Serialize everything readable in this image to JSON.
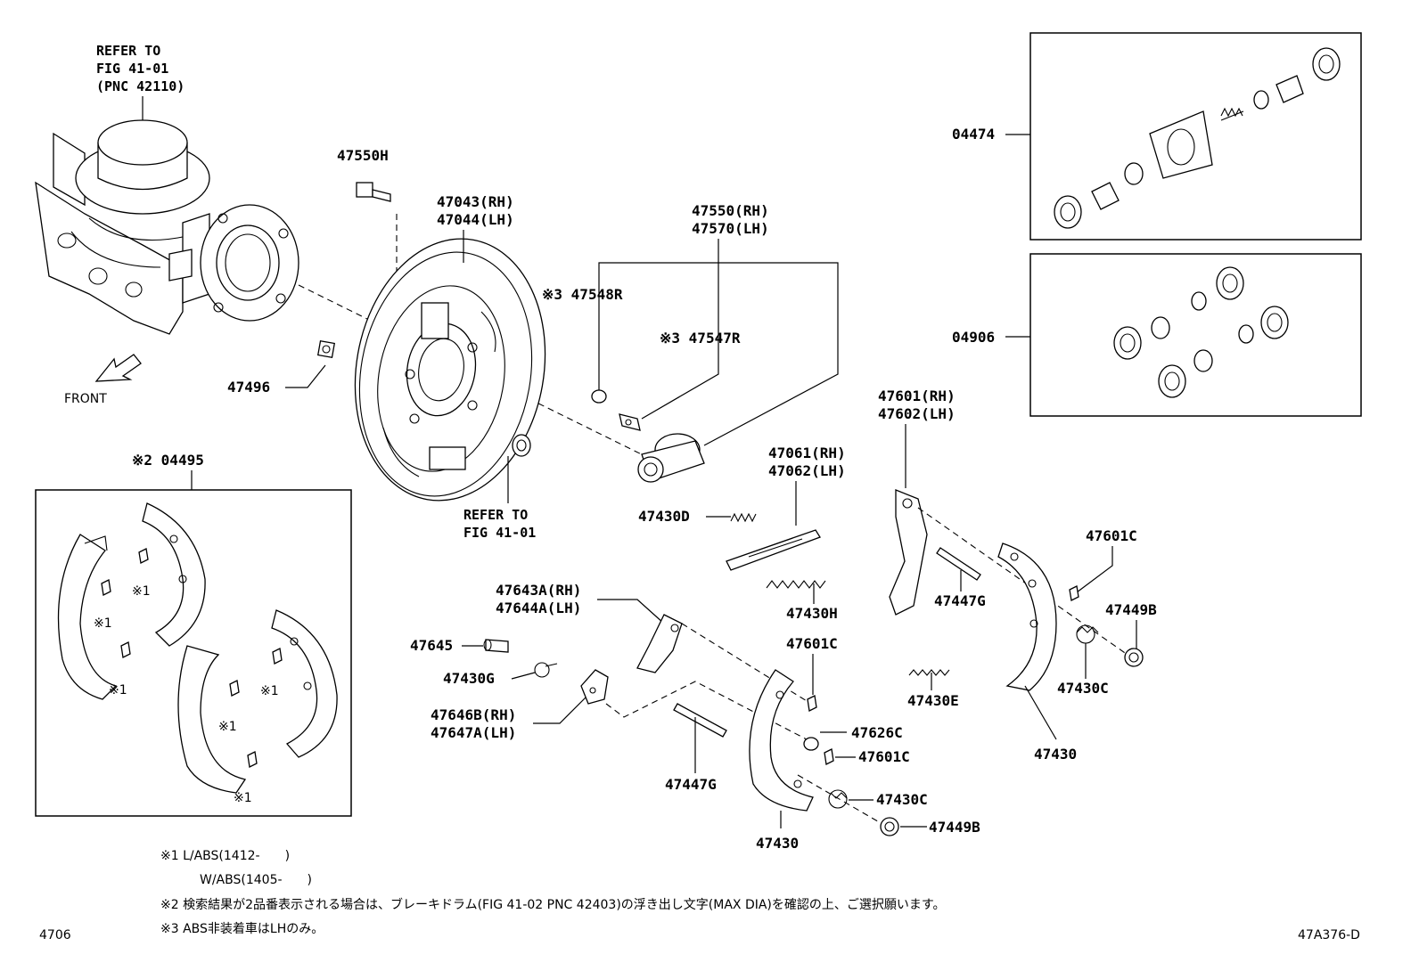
{
  "refer_axle": [
    "REFER TO",
    "FIG 41-01",
    "(PNC 42110)"
  ],
  "refer_bearing": [
    "REFER TO",
    "FIG 41-01"
  ],
  "front_label": "FRONT",
  "labels": {
    "p47550H": "47550H",
    "p47043": "47043(RH)",
    "p47044": "47044(LH)",
    "p47550": "47550(RH)",
    "p47570": "47570(LH)",
    "p47548R": "※3 47548R",
    "p47547R": "※3 47547R",
    "p47496": "47496",
    "p04474": "04474",
    "p04906": "04906",
    "p04495": "※2 04495",
    "p47601": "47601(RH)",
    "p47602": "47602(LH)",
    "p47061": "47061(RH)",
    "p47062": "47062(LH)",
    "p47430D": "47430D",
    "p47601C_a": "47601C",
    "p47447G_a": "47447G",
    "p47449B_a": "47449B",
    "p47430H": "47430H",
    "p47643A": "47643A(RH)",
    "p47644A": "47644A(LH)",
    "p47645": "47645",
    "p47430G": "47430G",
    "p47646B": "47646B(RH)",
    "p47647A": "47647A(LH)",
    "p47601C_b": "47601C",
    "p47626C": "47626C",
    "p47601C_c": "47601C",
    "p47430C_a": "47430C",
    "p47430E": "47430E",
    "p47430_a": "47430",
    "p47447G_b": "47447G",
    "p47430C_b": "47430C",
    "p47449B_b": "47449B",
    "p47430_b": "47430"
  },
  "kit_marks": [
    "※1",
    "※1",
    "※1",
    "※1",
    "※1",
    "※1"
  ],
  "notes": {
    "n1a": "※1 L/ABS(1412-　　)",
    "n1b": "W/ABS(1405-　　)",
    "n2": "※2 検索結果が2品番表示される場合は、ブレーキドラム(FIG 41-02 PNC 42403)の浮き出し文字(MAX DIA)を確認の上、ご選択願います。",
    "n3": "※3 ABS非装着車はLHのみ。"
  },
  "footer": {
    "left_code": "4706",
    "right_code": "47A376-D"
  }
}
